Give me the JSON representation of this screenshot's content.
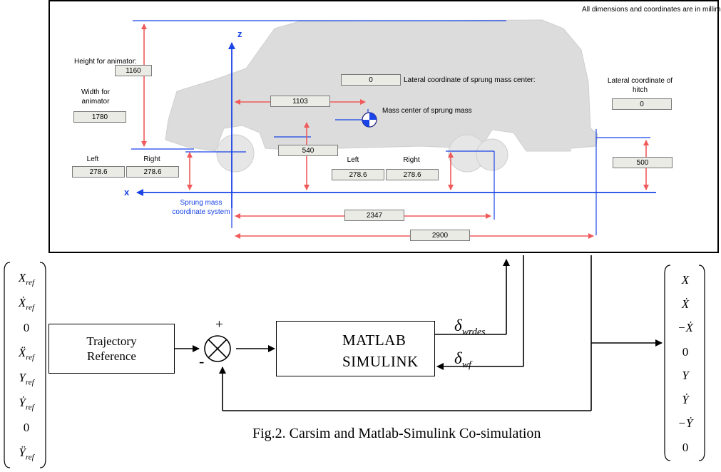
{
  "carsim_panel": {
    "note": "All dimensions and coordinates are in millimeters",
    "height_label": "Height for animator:",
    "height_value": "1160",
    "width_label": "Width for animator",
    "width_value": "1780",
    "lateral_sprung_label": "Lateral coordinate of sprung mass center:",
    "lateral_sprung_value": "0",
    "lateral_hitch_label": "Lateral coordinate of hitch",
    "lateral_hitch_value": "0",
    "mass_center_label": "Mass center of sprung mass",
    "front_left_label": "Left",
    "front_right_label": "Right",
    "front_left_value": "278.6",
    "front_right_value": "278.6",
    "rear_left_label": "Left",
    "rear_right_label": "Right",
    "rear_left_value": "278.6",
    "rear_right_value": "278.6",
    "cg_x_value": "1103",
    "cg_height_value": "540",
    "hitch_height_value": "500",
    "wheelbase_value": "2347",
    "hitch_x_value": "2900",
    "axis_z_label": "z",
    "axis_x_label": "x",
    "coord_system_label": "Sprung mass coordinate system"
  },
  "block_diagram": {
    "trajectory_block_label": "Trajectory Reference",
    "sum_plus": "+",
    "sum_minus": "-",
    "matlab_text": "MATLAB",
    "simulink_text": "SIMULINK",
    "delta_wrdes_symbol": "δ",
    "delta_wrdes_sub": "wrdes",
    "delta_wf_symbol": "δ",
    "delta_wf_sub": "wf",
    "caption": "Fig.2. Carsim and Matlab-Simulink Co-simulation"
  },
  "input_vector": [
    {
      "base": "X",
      "sub": "ref",
      "dots": 0
    },
    {
      "base": "X",
      "sub": "ref",
      "dots": 1
    },
    {
      "base": "0",
      "sub": "",
      "dots": 0
    },
    {
      "base": "X",
      "sub": "ref",
      "dots": 2
    },
    {
      "base": "Y",
      "sub": "ref",
      "dots": 0
    },
    {
      "base": "Y",
      "sub": "ref",
      "dots": 1
    },
    {
      "base": "0",
      "sub": "",
      "dots": 0
    },
    {
      "base": "Y",
      "sub": "ref",
      "dots": 2
    }
  ],
  "output_vector": [
    {
      "base": "X",
      "sign": "",
      "dots": 0
    },
    {
      "base": "X",
      "sign": "",
      "dots": 1
    },
    {
      "base": "X",
      "sign": "−",
      "dots": 1
    },
    {
      "base": "0",
      "sign": "",
      "dots": 0
    },
    {
      "base": "Y",
      "sign": "",
      "dots": 0
    },
    {
      "base": "Y",
      "sign": "",
      "dots": 1
    },
    {
      "base": "Y",
      "sign": "−",
      "dots": 1
    },
    {
      "base": "0",
      "sign": "",
      "dots": 0
    }
  ]
}
